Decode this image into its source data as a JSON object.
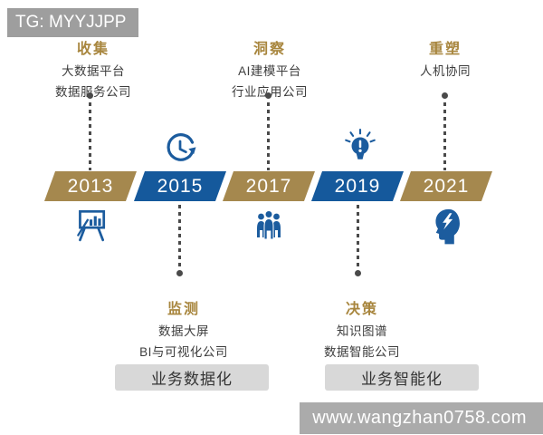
{
  "banners": {
    "telegram": "TG: MYYJJPP",
    "website": "www.wangzhan0758.com"
  },
  "timeline": {
    "years": [
      {
        "label": "2013",
        "color": "gold"
      },
      {
        "label": "2015",
        "color": "blue"
      },
      {
        "label": "2017",
        "color": "gold"
      },
      {
        "label": "2019",
        "color": "blue"
      },
      {
        "label": "2021",
        "color": "gold"
      }
    ]
  },
  "stages": {
    "top": [
      {
        "title": "收集",
        "lines": [
          "大数据平台",
          "数据服务公司"
        ]
      },
      {
        "title": "洞察",
        "lines": [
          "AI建模平台",
          "行业应用公司"
        ]
      },
      {
        "title": "重塑",
        "lines": [
          "人机协同"
        ]
      }
    ],
    "bottom": [
      {
        "title": "监测",
        "lines": [
          "数据大屏",
          "BI与可视化公司"
        ]
      },
      {
        "title": "决策",
        "lines": [
          "知识图谱",
          "数据智能公司"
        ]
      }
    ]
  },
  "phases": [
    {
      "label": "业务数据化"
    },
    {
      "label": "业务智能化"
    }
  ],
  "icons": {
    "above_2015": "clock-history",
    "above_2019": "lightbulb-alert",
    "below_2013": "presentation-chart",
    "below_2017": "team",
    "below_2021": "head-lightning"
  },
  "colors": {
    "gold": "#a5884e",
    "blue": "#15599c",
    "stage_title_gold": "#a8863e",
    "text_dark": "#3d3d3d",
    "banner_gray": "#9e9e9e",
    "phase_box_gray": "#d8d8d8",
    "connector_gray": "#4a4a4a",
    "icon_blue": "#1c5c9e"
  }
}
